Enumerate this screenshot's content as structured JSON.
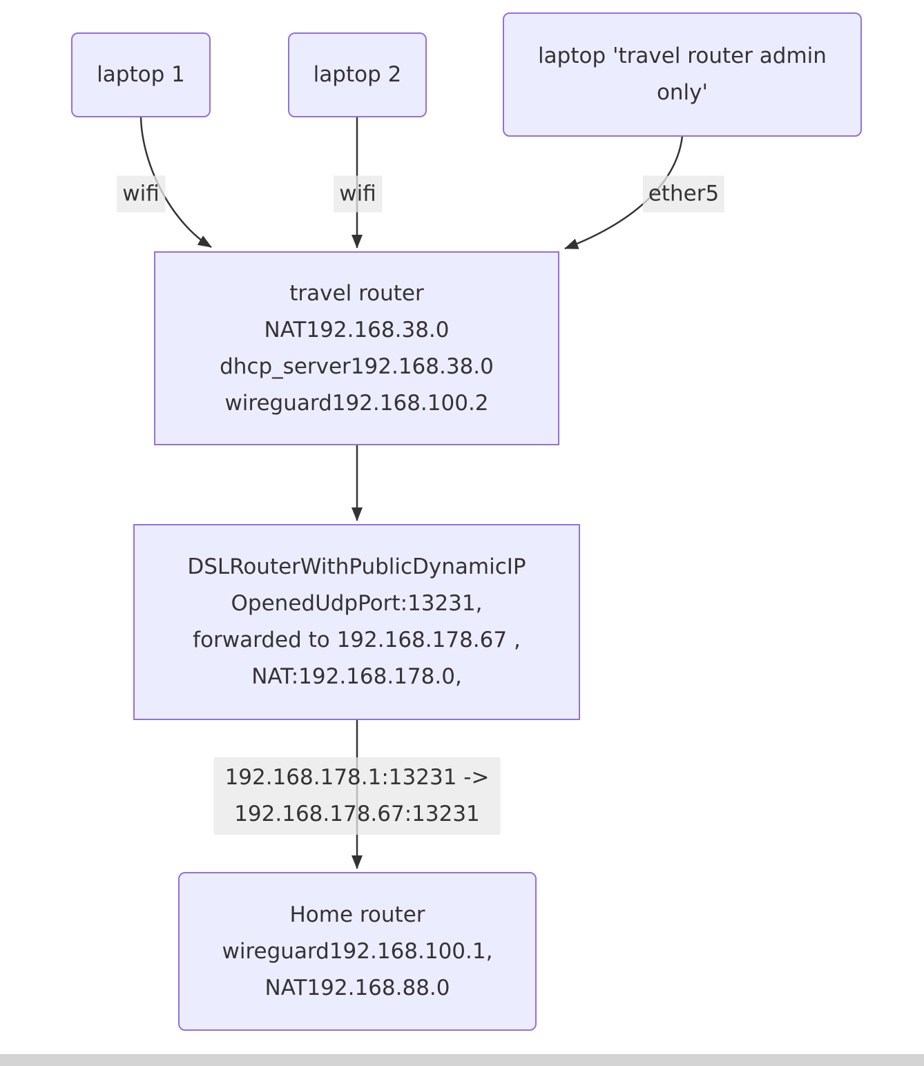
{
  "diagram": {
    "type": "flowchart-network-topology",
    "nodes": {
      "laptop1": {
        "label": "laptop 1"
      },
      "laptop2": {
        "label": "laptop 2"
      },
      "laptop_admin": {
        "lines": [
          "laptop 'travel router admin",
          "only'"
        ]
      },
      "travel_router": {
        "lines": [
          "travel router",
          "NAT192.168.38.0",
          "dhcp_server192.168.38.0",
          "wireguard192.168.100.2"
        ]
      },
      "dsl_router": {
        "lines": [
          "DSLRouterWithPublicDynamicIP",
          "OpenedUdpPort:13231,",
          "forwarded to 192.168.178.67 ,",
          "NAT:192.168.178.0,"
        ]
      },
      "home_router": {
        "lines": [
          "Home router",
          "wireguard192.168.100.1,",
          "NAT192.168.88.0"
        ]
      }
    },
    "edge_labels": {
      "wifi1": "wifi",
      "wifi2": "wifi",
      "ether5": "ether5",
      "port_forward": {
        "lines": [
          "192.168.178.1:13231 ->",
          "192.168.178.67:13231"
        ]
      }
    },
    "colors": {
      "node_fill": "#ECECFF",
      "node_border": "#9370DB",
      "edge_stroke": "#333333",
      "label_background": "#e8e8e8",
      "text": "#333333",
      "scrollbar": "#d4d4d4"
    }
  }
}
